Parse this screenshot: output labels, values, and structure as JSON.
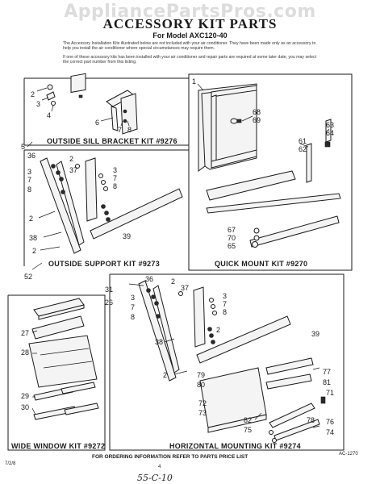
{
  "header": {
    "watermark": "AppliancePartsPros.com",
    "title": "ACCESSORY KIT PARTS",
    "subtitle": "For Model AXC120-40",
    "note1": "The Accessory Installation Kits illustrated below are not included with your air conditioner. They have been made only as an accessory to help you install the air conditioner where special circumstances may require them.",
    "note2": "If one of these accessory kits has been installed with your air conditioner and repair parts are required at some later date, you may select the correct part number from this listing."
  },
  "kits": {
    "sill": "OUTSIDE SILL BRACKET KIT #9276",
    "quick": "QUICK MOUNT KIT #9270",
    "support": "OUTSIDE SUPPORT KIT #9273",
    "wide": "WIDE WINDOW KIT #9272",
    "horizontal": "HORIZONTAL MOUNTING KIT #9274"
  },
  "labels": {
    "sill": [
      "2",
      "3",
      "4",
      "5",
      "6",
      "7",
      "8"
    ],
    "quick": [
      "1",
      "68",
      "69",
      "61",
      "62",
      "63",
      "64",
      "67",
      "70",
      "65"
    ],
    "support": [
      "36",
      "3",
      "7",
      "8",
      "2",
      "37",
      "3",
      "7",
      "8",
      "2",
      "38",
      "39",
      "2",
      "52"
    ],
    "wide": [
      "31",
      "26",
      "27",
      "28",
      "29",
      "30"
    ],
    "horizontal": [
      "36",
      "3",
      "7",
      "8",
      "2",
      "37",
      "3",
      "7",
      "8",
      "2",
      "39",
      "38",
      "2",
      "79",
      "80",
      "77",
      "81",
      "71",
      "72",
      "73",
      "82",
      "75",
      "78",
      "76",
      "74"
    ]
  },
  "footer": {
    "info": "FOR ORDERING INFORMATION REFER TO PARTS PRICE LIST",
    "code_left": "7/2/8",
    "page": "4",
    "code_right": "AC-1270",
    "handwritten": "55-C-10"
  }
}
